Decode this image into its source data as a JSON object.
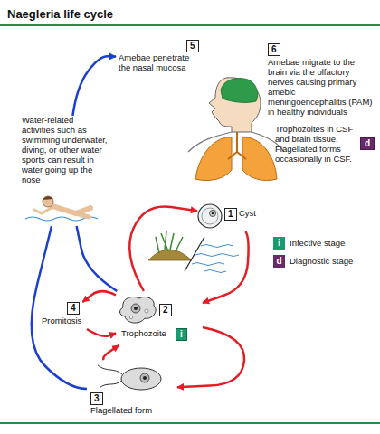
{
  "diagram": {
    "title": "Naegleria life cycle",
    "nodes": [
      {
        "text": [
          "5",
          "Amebae penetrate the nasal mucosa"
        ]
      },
      {
        "text": [
          "6",
          "Amebae migrate to the brain via the olfactory nerves causing primary amebic meningoencephalitis (PAM) in healthy individuals",
          "Trophozoites in CSF and brain tissue. Flagellated forms occasionally in CSF.",
          "d"
        ]
      },
      {
        "text": [
          "Water-related activities such as swimming underwater, diving, or other water sports can result in water going up the nose"
        ]
      },
      {
        "text": [
          "1",
          "Cyst"
        ]
      },
      {
        "text": [
          "4",
          "Promitosis"
        ]
      },
      {
        "text": [
          "2",
          "Trophozoite",
          "i"
        ]
      },
      {
        "text": [
          "3",
          "Flagellated form"
        ]
      }
    ],
    "edges": [
      {
        "from": 2,
        "to": 0,
        "arrow": "to"
      },
      {
        "from": 5,
        "to": 3,
        "arrow": "to"
      },
      {
        "from": 3,
        "to": 5,
        "arrow": "to"
      },
      {
        "from": 5,
        "to": 6,
        "arrow": "to"
      },
      {
        "from": 6,
        "to": 5,
        "arrow": "to"
      },
      {
        "from": 5,
        "to": 4,
        "arrow": "to"
      },
      {
        "from": 4,
        "to": 5,
        "arrow": "to"
      },
      {
        "from": 5,
        "to": 2,
        "arrow": "none"
      },
      {
        "from": 6,
        "to": 2,
        "arrow": "none"
      }
    ],
    "labels": [
      "i",
      "d"
    ],
    "legend": [
      {
        "text": "Infective stage",
        "color": "#1a9b6b"
      },
      {
        "text": "Diagnostic stage",
        "color": "#6a2a6a"
      }
    ]
  }
}
